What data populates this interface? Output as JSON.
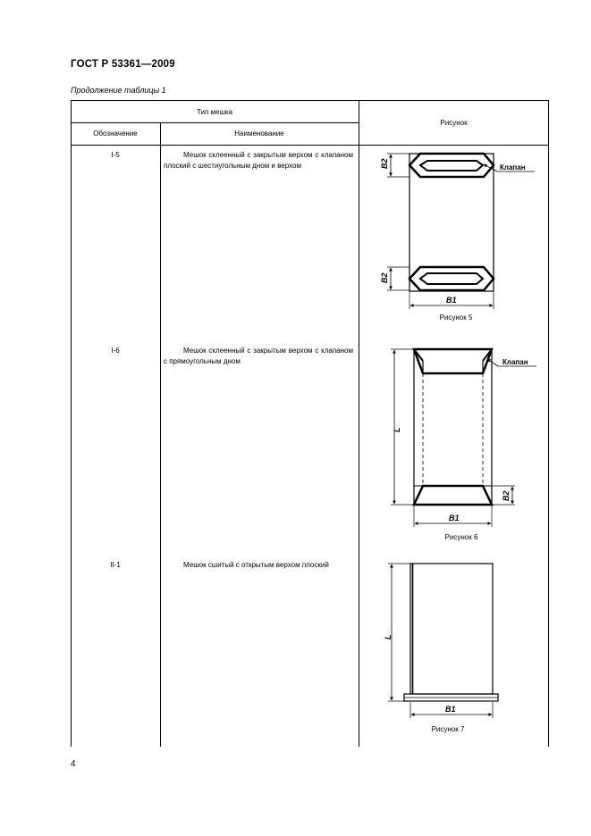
{
  "header": {
    "standard": "ГОСТ  Р 53361—2009"
  },
  "continuation": "Продолжение таблицы 1",
  "table": {
    "group_header": "Тип мешка",
    "col_code": "Обозначение",
    "col_name": "Наименование",
    "col_figure": "Рисунок",
    "rows": [
      {
        "code": "I-5",
        "name": "Мешок склеенный с закрытым верхом с клапаном плоский с шестиугольным дном и верхом",
        "caption": "Рисунок 5",
        "labels": {
          "valve": "Клапан",
          "b2_top": "B2",
          "b2_bottom": "B2",
          "b1": "B1"
        }
      },
      {
        "code": "I-6",
        "name": "Мешок склеенный с закрытым верхом с клапаном с прямоугольным дном",
        "caption": "Рисунок 6",
        "labels": {
          "valve": "Клапан",
          "l": "L",
          "b2": "B2",
          "b1": "B1"
        }
      },
      {
        "code": "II-1",
        "name": "Мешок сшитый с открытым верхом плоский",
        "caption": "Рисунок 7",
        "labels": {
          "l": "L",
          "b1": "B1"
        }
      }
    ]
  },
  "page_number": "4"
}
